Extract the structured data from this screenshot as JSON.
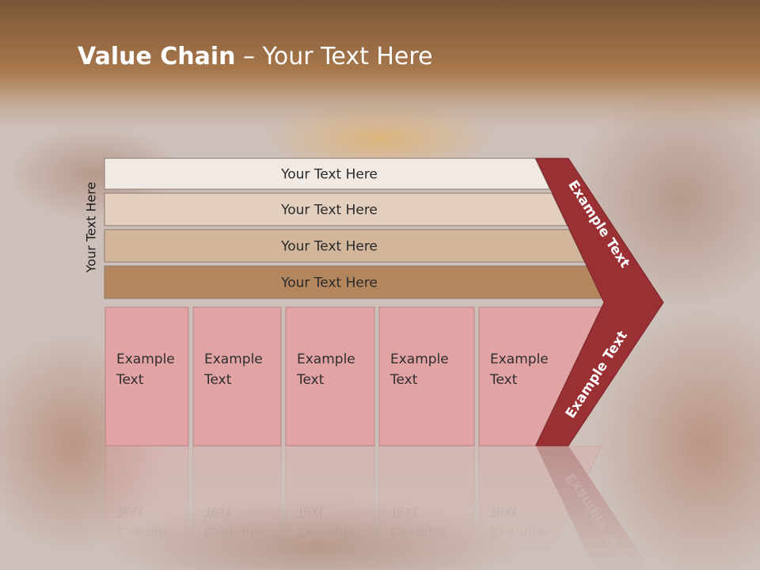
{
  "slide": {
    "title_bold": "Value Chain",
    "title_rest": " – Your Text Here",
    "side_label": "Your Text Here"
  },
  "bars": [
    {
      "label": "Your Text Here",
      "color": "#f1e9e3"
    },
    {
      "label": "Your Text Here",
      "color": "#e3cfbd"
    },
    {
      "label": "Your Text Here",
      "color": "#d2b69b"
    },
    {
      "label": "Your Text Here",
      "color": "#b3865e"
    }
  ],
  "boxes": [
    {
      "line1": "Example",
      "line2": "Text"
    },
    {
      "line1": "Example",
      "line2": "Text"
    },
    {
      "line1": "Example",
      "line2": "Text"
    },
    {
      "line1": "Example",
      "line2": "Text"
    },
    {
      "line1": "Example",
      "line2": "Text"
    }
  ],
  "chevron": {
    "upper_label": "Example Text",
    "lower_label": "Example Text",
    "color": "#9b3034"
  },
  "colors": {
    "box_fill": "#e2a3a4",
    "header_band": "#9a6a3f"
  }
}
